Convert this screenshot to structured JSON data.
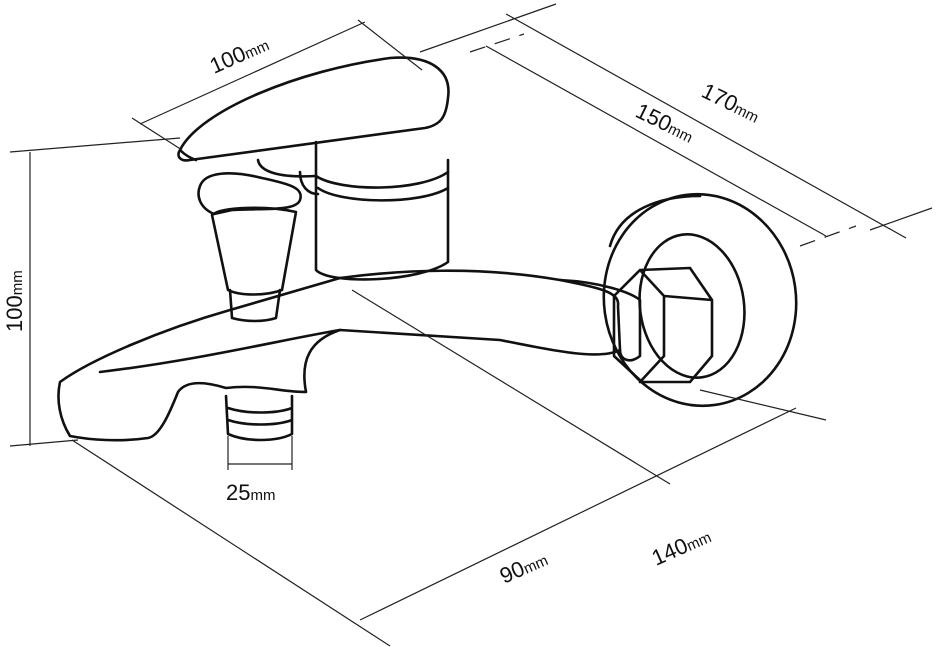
{
  "dimensions": {
    "handle_length": {
      "value": "100",
      "unit": "mm"
    },
    "height": {
      "value": "100",
      "unit": "mm"
    },
    "outlet_diameter": {
      "value": "25",
      "unit": "mm"
    },
    "spout_length": {
      "value": "90",
      "unit": "mm"
    },
    "projection": {
      "value": "140",
      "unit": "mm"
    },
    "center_distance_inner": {
      "value": "150",
      "unit": "mm"
    },
    "center_distance_outer": {
      "value": "170",
      "unit": "mm"
    }
  }
}
